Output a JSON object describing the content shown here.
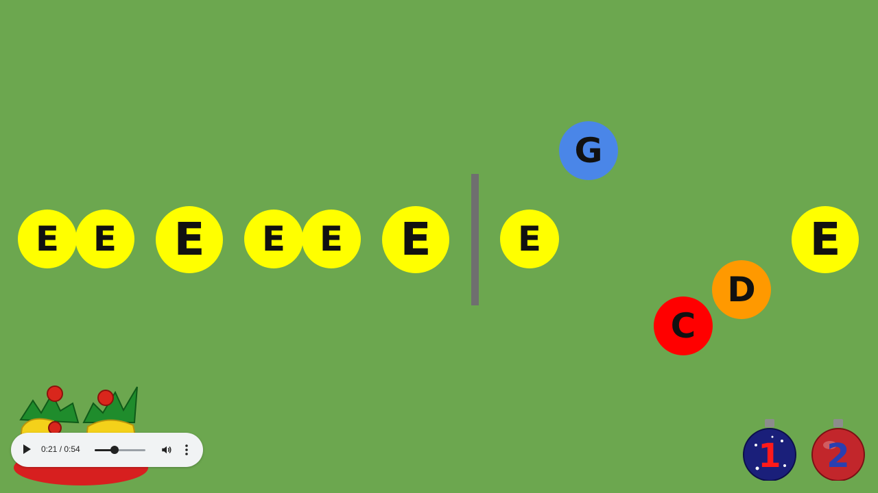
{
  "notes": [
    {
      "letter": "E",
      "color": "#ffff00"
    },
    {
      "letter": "E",
      "color": "#ffff00"
    },
    {
      "letter": "E",
      "color": "#ffff00"
    },
    {
      "letter": "E",
      "color": "#ffff00"
    },
    {
      "letter": "E",
      "color": "#ffff00"
    },
    {
      "letter": "E",
      "color": "#ffff00"
    },
    {
      "letter": "E",
      "color": "#ffff00"
    },
    {
      "letter": "G",
      "color": "#4a86e8"
    },
    {
      "letter": "C",
      "color": "#ff0000"
    },
    {
      "letter": "D",
      "color": "#ff9900"
    },
    {
      "letter": "E",
      "color": "#ffff00"
    }
  ],
  "player": {
    "time": "0:21 / 0:54",
    "progress": 0.39,
    "play_icon": "play-icon",
    "volume_icon": "volume-icon",
    "more_icon": "more-vert-icon"
  },
  "ornaments": [
    {
      "label": "1",
      "body_color": "#1a1f7a",
      "text_color": "#ff1a1a"
    },
    {
      "label": "2",
      "body_color": "#c2262b",
      "text_color": "#2a3fb0"
    }
  ],
  "colors": {
    "background": "#6ca74f",
    "bar": "#6f6f6f"
  }
}
